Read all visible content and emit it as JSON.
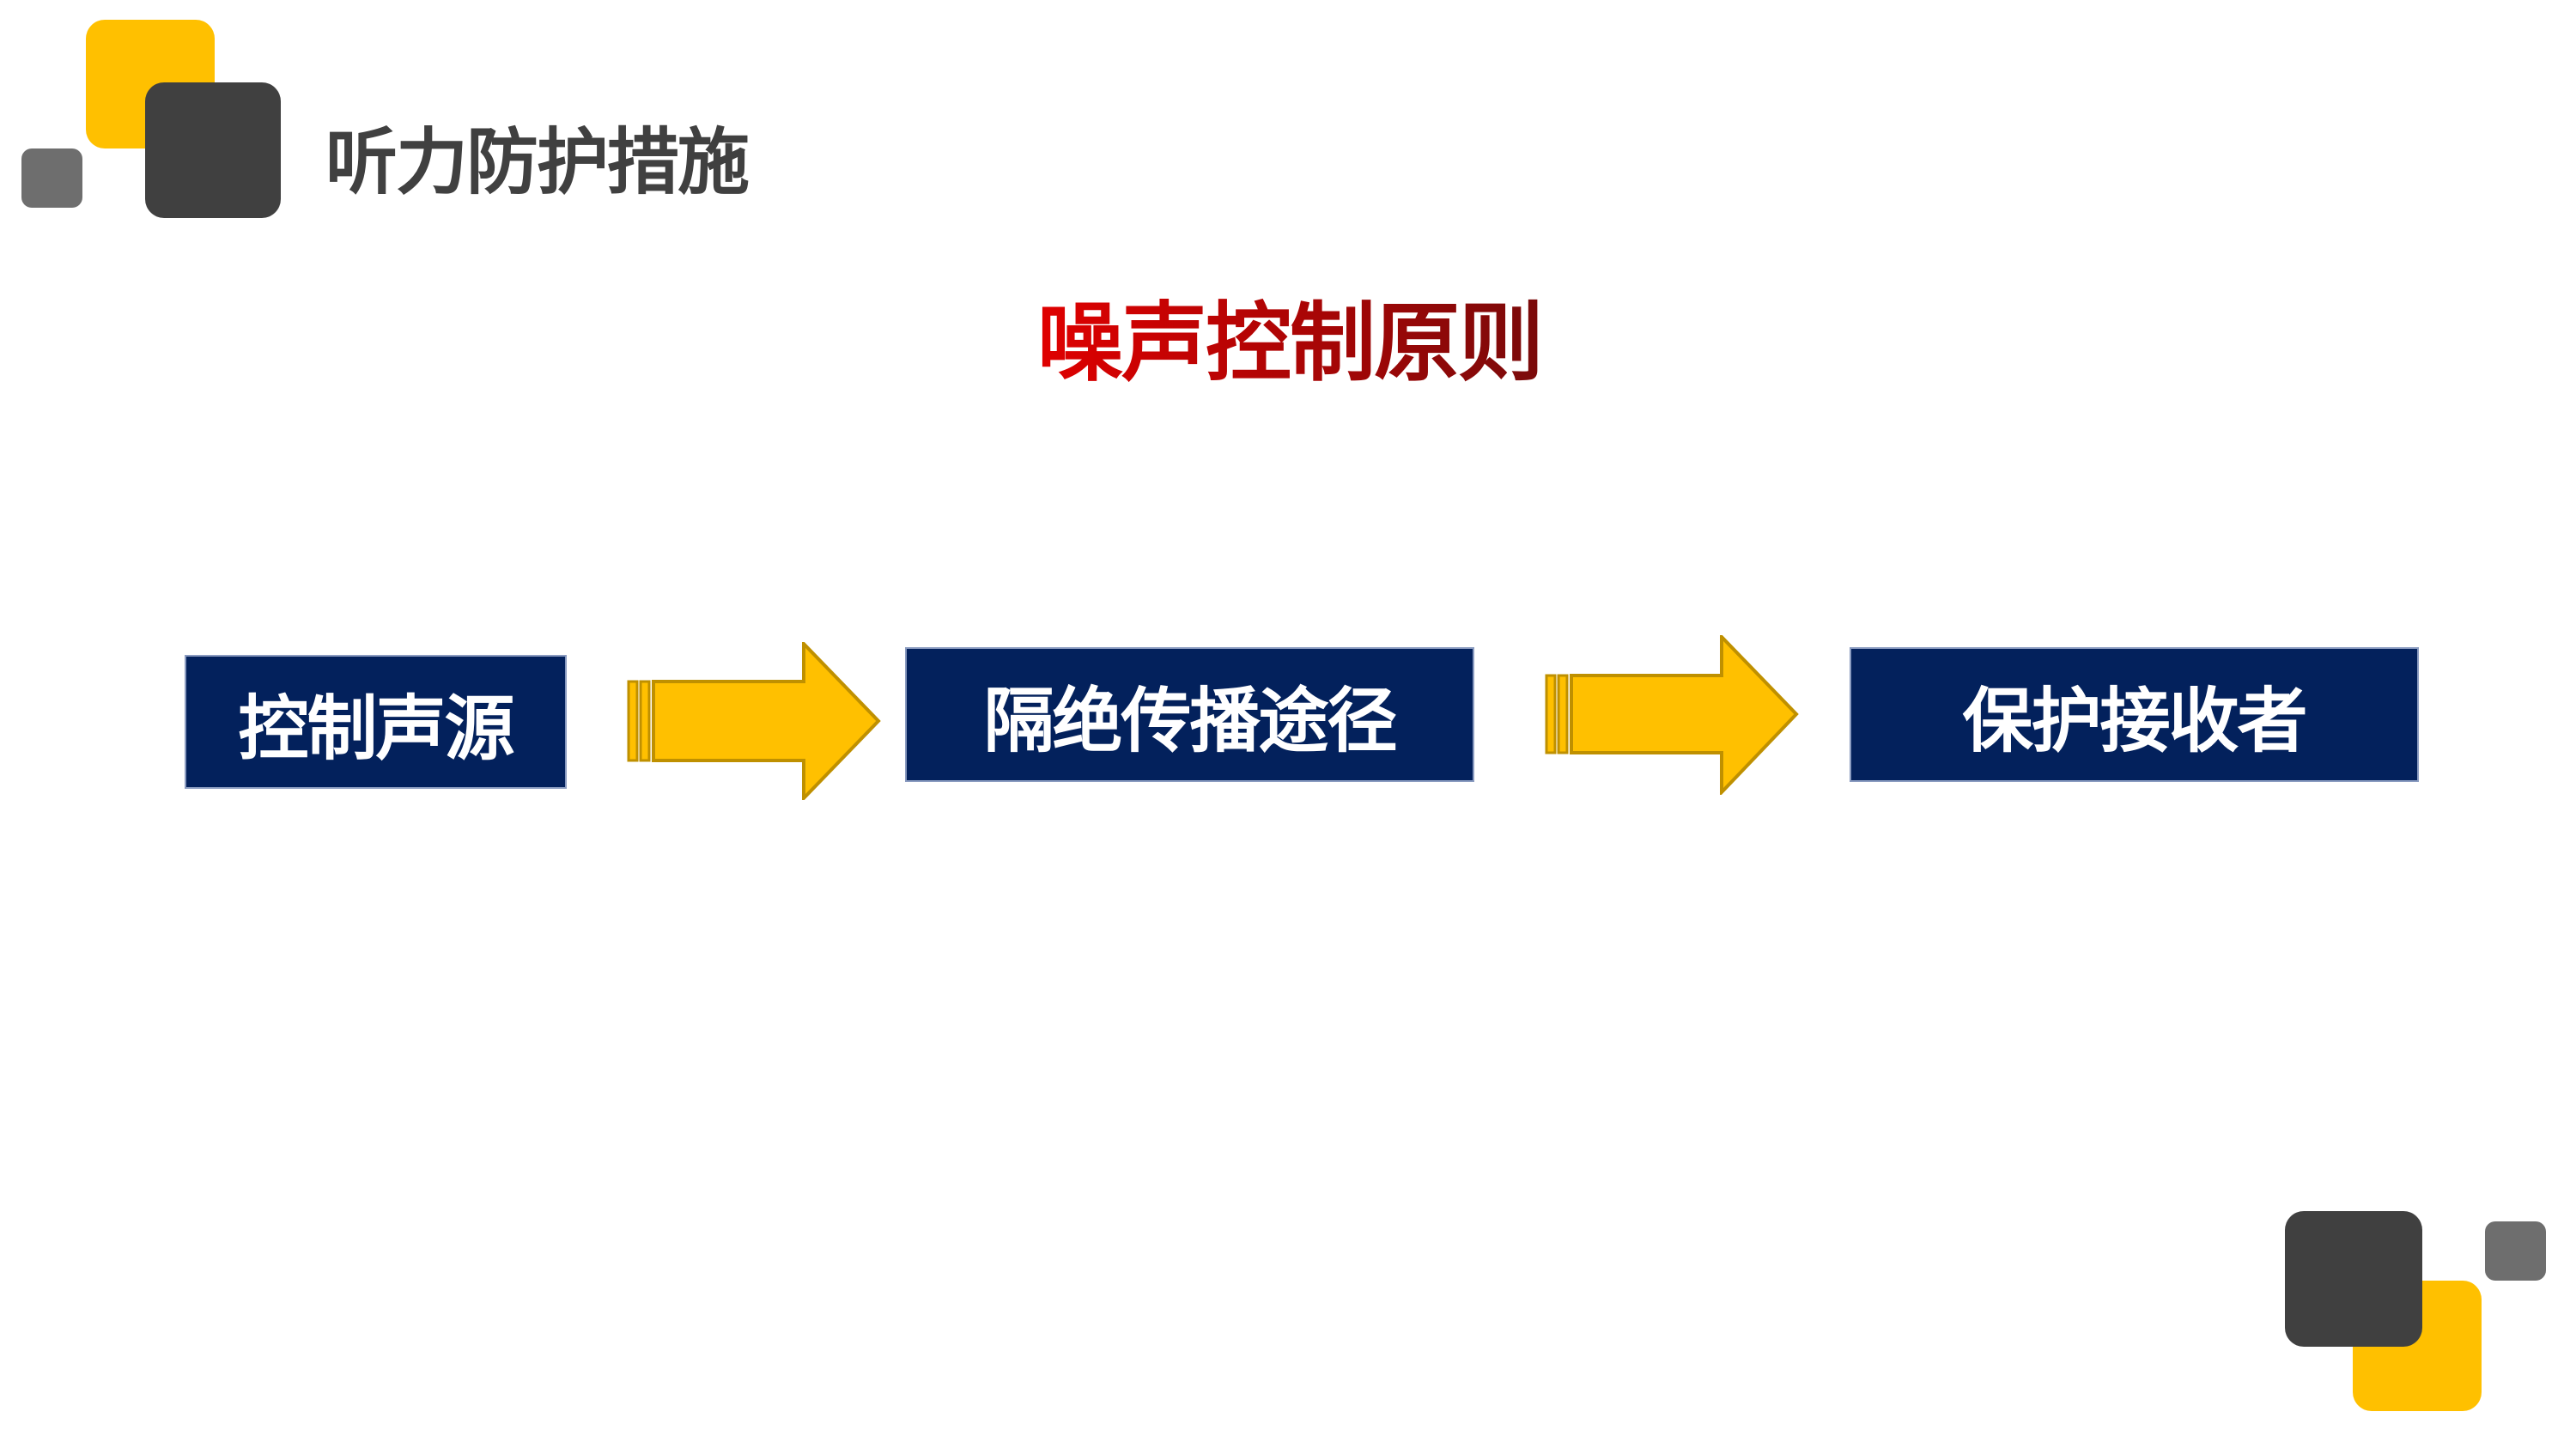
{
  "header": {
    "title": "听力防护措施"
  },
  "main": {
    "subtitle": "噪声控制原则",
    "steps": [
      {
        "label": "控制声源"
      },
      {
        "label": "隔绝传播途径"
      },
      {
        "label": "保护接收者"
      }
    ]
  },
  "colors": {
    "accent_yellow": "#ffc000",
    "dark_gray": "#404040",
    "mid_gray": "#6e6e6e",
    "navy": "#03215c",
    "title_red": "#e00000"
  }
}
